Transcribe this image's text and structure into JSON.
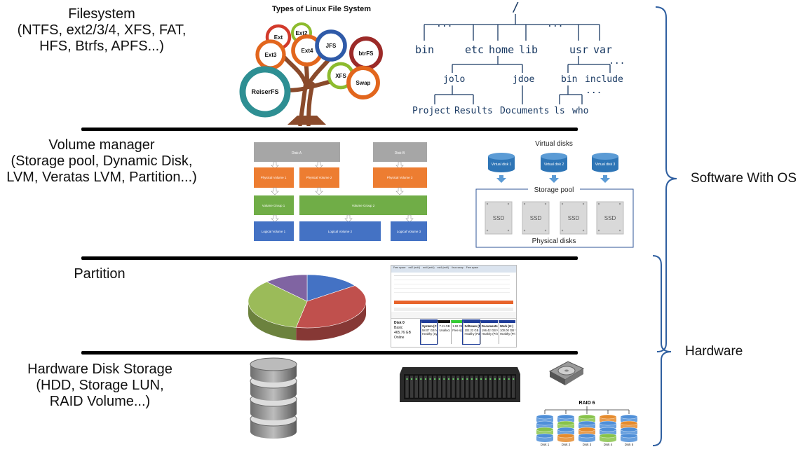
{
  "layers": {
    "filesystem": {
      "title": "Filesystem",
      "subtitle_1": "(NTFS, ext2/3/4, XFS, FAT,",
      "subtitle_2": "HFS, Btrfs, APFS...)"
    },
    "volume_manager": {
      "title": "Volume manager",
      "subtitle_1": "(Storage pool, Dynamic Disk,",
      "subtitle_2": "LVM, Veratas LVM, Partition...)"
    },
    "partition": {
      "title": "Partition"
    },
    "hardware": {
      "title": "Hardware Disk Storage",
      "subtitle_1": "(HDD, Storage LUN,",
      "subtitle_2": "RAID Volume...)"
    }
  },
  "brackets": {
    "software": "Software With OS",
    "hardware": "Hardware"
  },
  "fs_tree": {
    "title": "Types of Linux File System",
    "circles": [
      "Ext",
      "Ext2",
      "Ext3",
      "Ext4",
      "JFS",
      "btrFS",
      "XFS",
      "Swap",
      "ReiserFS"
    ],
    "colors": {
      "red": "#d23a2b",
      "green": "#8dbb2e",
      "blue": "#2f5aa8",
      "orange": "#e2661d",
      "teal": "#2e8f93",
      "maroon": "#9c2a28",
      "trunk": "#8a4a2b"
    }
  },
  "dir_tree": {
    "root": "/",
    "dots": "...",
    "l1": [
      "bin",
      "etc",
      "home",
      "lib",
      "usr",
      "var"
    ],
    "l2": [
      "jolo",
      "jdoe",
      "bin",
      "include"
    ],
    "l3": [
      "Project",
      "Results",
      "Documents",
      "ls",
      "who"
    ]
  },
  "lvm": {
    "disks": [
      "Disk A",
      "Disk B"
    ],
    "pvs": [
      "Physical Volume 1",
      "Physical Volume 2",
      "Physical Volume 3"
    ],
    "vgs": [
      "Volume Group 1",
      "Volume Group 2"
    ],
    "lvs": [
      "Logical Volume 1",
      "Logical Volume 2",
      "Logical Volume 3"
    ],
    "colors": {
      "disk": "#a6a6a6",
      "pv": "#ed7d31",
      "vg": "#70ad47",
      "lv": "#4472c4"
    }
  },
  "storage_pool": {
    "virtual_label": "Virtual disks",
    "virtual_disks": [
      "Virtual disk 1",
      "Virtual disk 2",
      "Virtual disk 3"
    ],
    "pool_label": "Storage pool",
    "ssd_label": "SSD",
    "physical_label": "Physical disks"
  },
  "partition_pie": {
    "slices": [
      {
        "value": 15,
        "color": "#4472c4"
      },
      {
        "value": 38,
        "color": "#c0504d"
      },
      {
        "value": 35,
        "color": "#9bbb59"
      },
      {
        "value": 12,
        "color": "#8064a2"
      }
    ]
  },
  "disk_mgmt": {
    "legend": [
      "Free space",
      "ext2 (ext4)",
      "ext4 (ext4)",
      "ext4 (ext4)",
      "linux-swap",
      "Free space"
    ],
    "disk_name": "Disk 0",
    "disk_type": "Basic",
    "disk_size": "465.76 GB",
    "disk_status": "Online",
    "parts": [
      {
        "name": "System (C:)",
        "size": "58.07 GB NTFS",
        "status": "Healthy (System, B"
      },
      {
        "name": "",
        "size": "7.11 GB",
        "status": "Unallocated"
      },
      {
        "name": "",
        "size": "1.92 GB",
        "status": "Free space"
      },
      {
        "name": "Software (D:)",
        "size": "102.23 GB NTFS",
        "status": "Healthy (Page File"
      },
      {
        "name": "Documents (E:)",
        "size": "196.42 GB NTFS",
        "status": "Healthy (Primary Pa"
      },
      {
        "name": "Work (G:)",
        "size": "100.00 GB NTFS",
        "status": "Healthy (Primary Pa"
      }
    ]
  },
  "raid": {
    "title": "RAID 6",
    "disks": [
      "Disk 1",
      "Disk 2",
      "Disk 3",
      "Disk 4",
      "Disk 5"
    ]
  }
}
